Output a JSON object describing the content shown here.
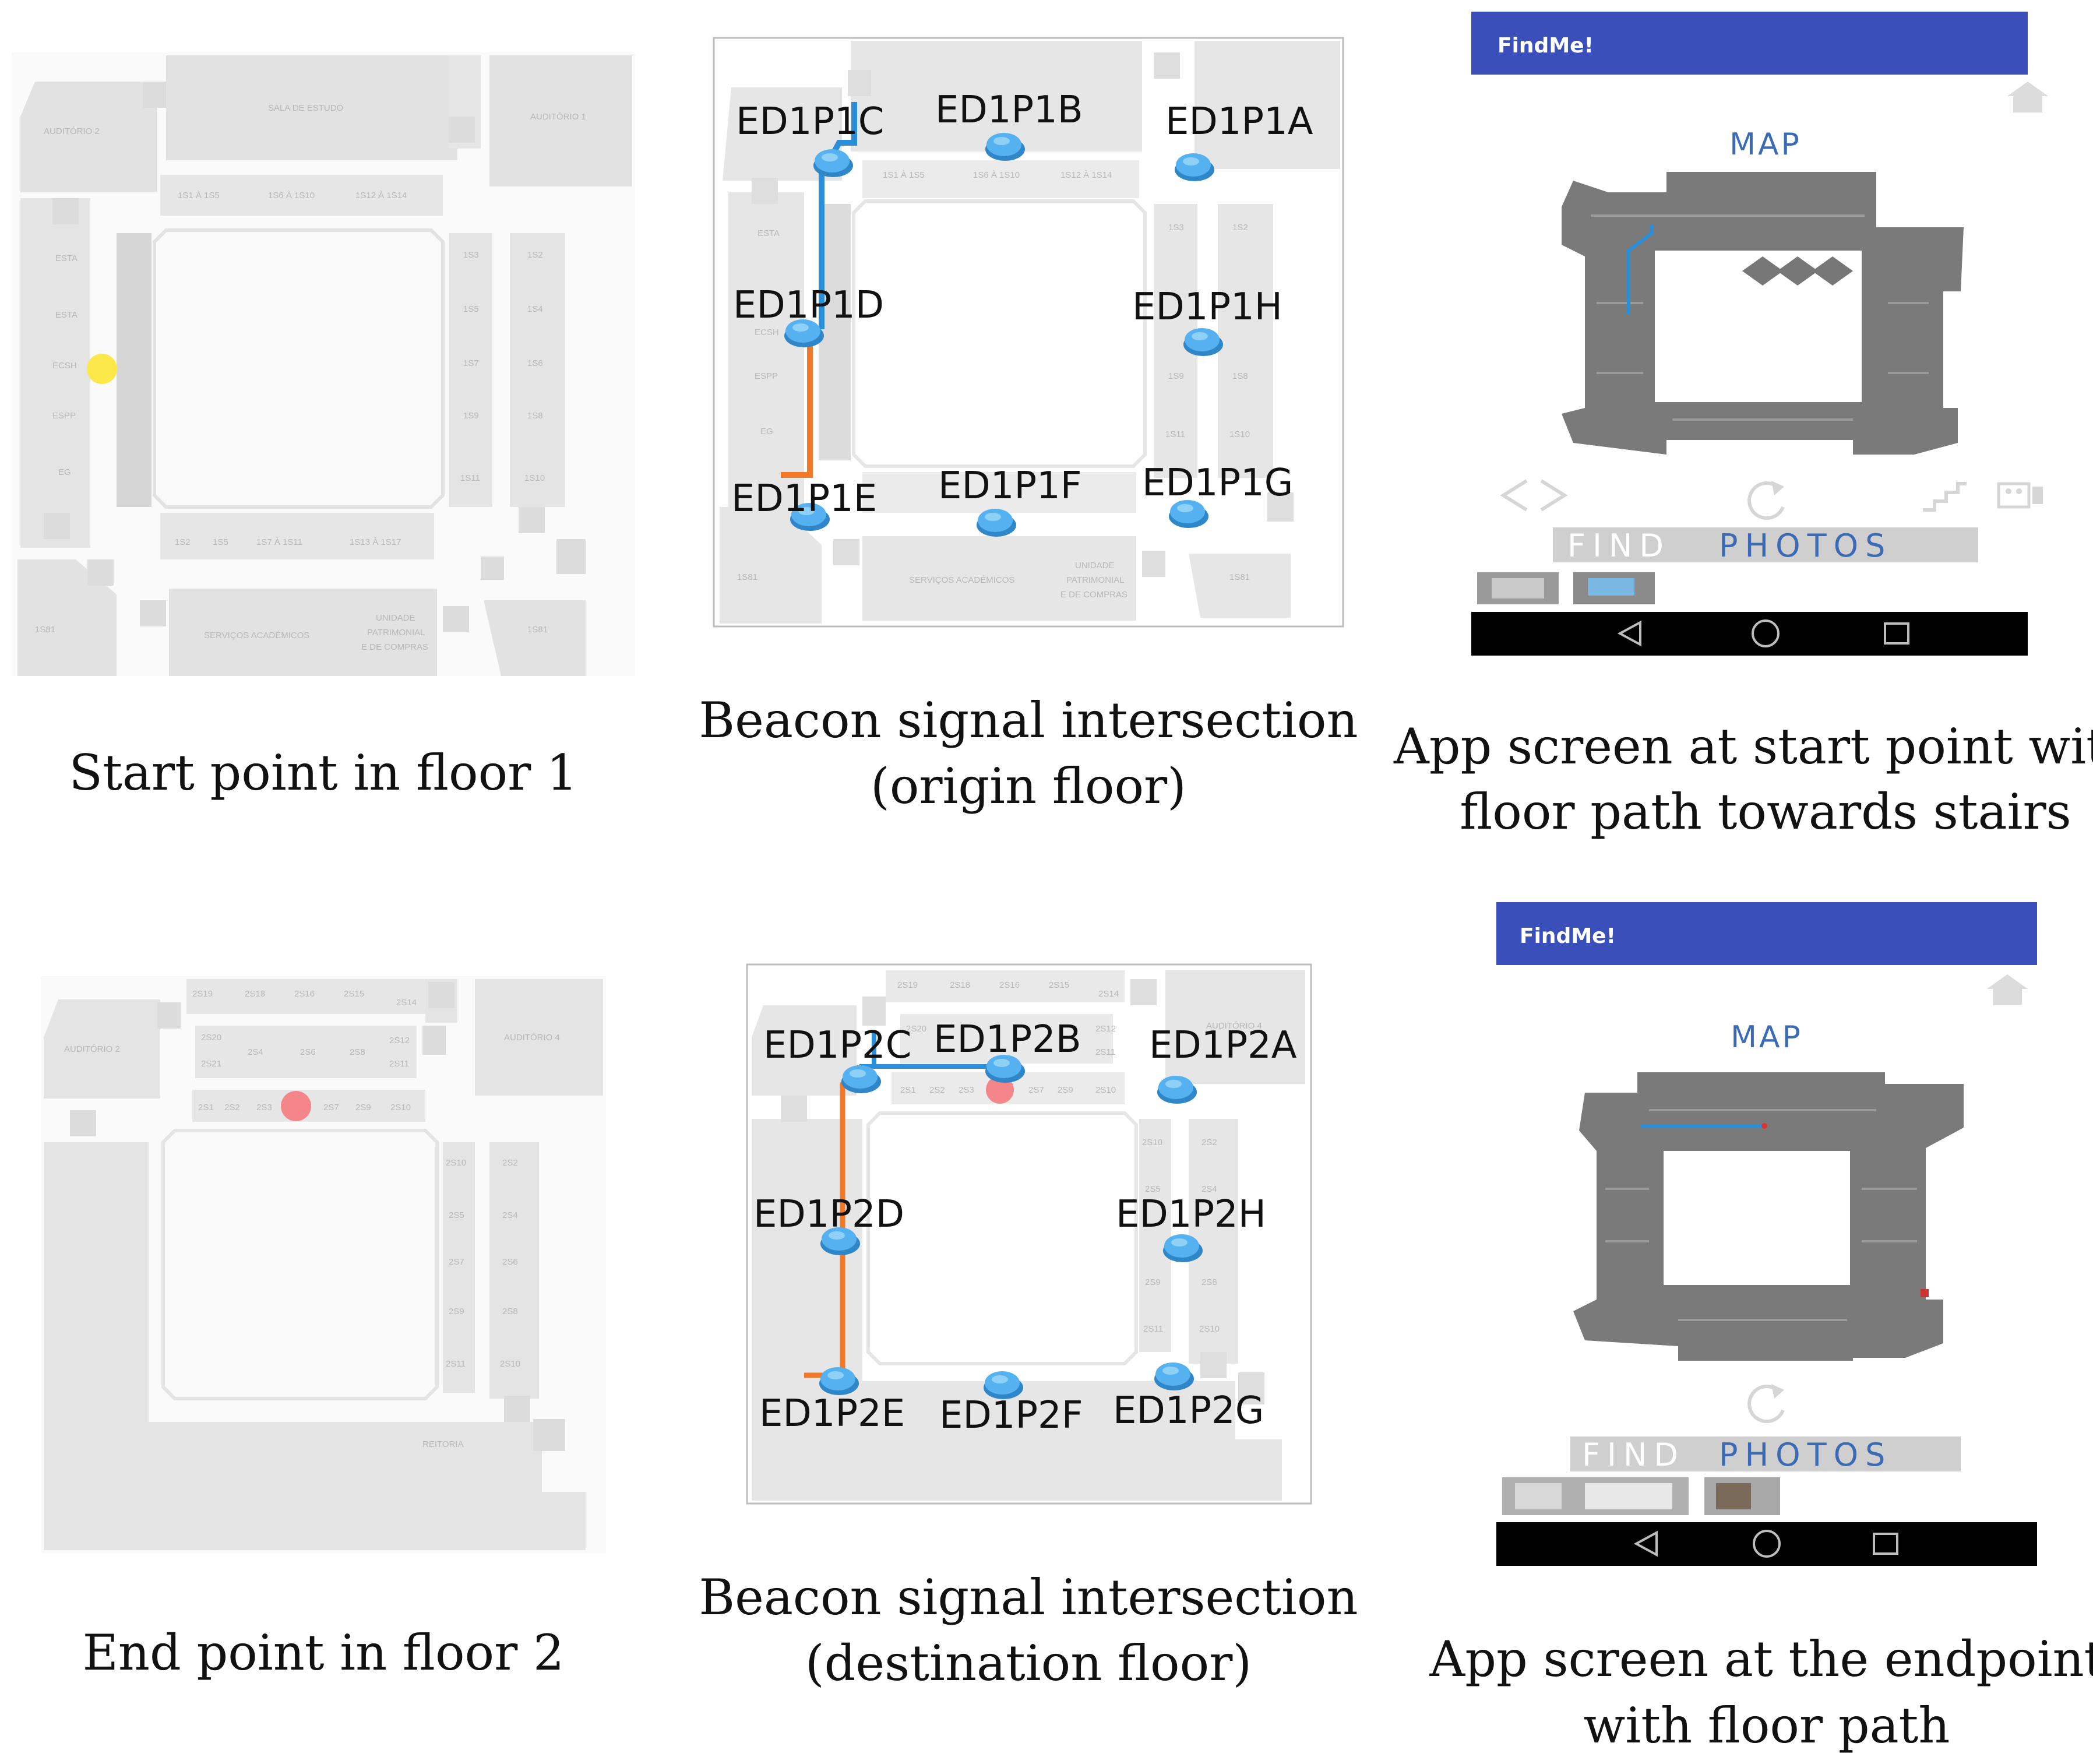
{
  "captions": {
    "start_floor1": "Start point in floor 1",
    "beacon_origin_l1": "Beacon signal intersection",
    "beacon_origin_l2": "(origin floor)",
    "app_start_l1": "App screen at start point with",
    "app_start_l2": "floor path towards stairs",
    "end_floor2": "End point in floor 2",
    "beacon_dest_l1": "Beacon signal intersection",
    "beacon_dest_l2": "(destination floor)",
    "app_end_l1": "App screen at the endpoint",
    "app_end_l2": "with floor path"
  },
  "floor1_rooms": {
    "sala_estudo": "SALA DE ESTUDO",
    "auditorio1": "AUDITÓRIO 1",
    "auditorio_left": "AUDITÓRIO 2",
    "r_top1": "1S1 À 1S5",
    "r_top2": "1S6 À 1S10",
    "r_top3": "1S12 À 1S14",
    "r_l1": "ESTA",
    "r_l2": "ESTA",
    "r_l3": "ECSH",
    "r_l4": "ESPP",
    "r_l5": "EG",
    "r_r1": "1S3",
    "r_r2": "1S2",
    "r_r3": "1S5",
    "r_r4": "1S4",
    "r_r5": "1S7",
    "r_r6": "1S6",
    "r_r7": "1S9",
    "r_r8": "1S8",
    "r_r9": "1S11",
    "r_r10": "1S10",
    "r_b1": "1S2",
    "r_b2": "1S5",
    "r_b3": "1S7 À 1S11",
    "r_b4": "1S13 À 1S17",
    "servicos": "SERVIÇOS ACADÉMICOS",
    "unidade_1": "UNIDADE",
    "unidade_2": "PATRIMONIAL",
    "unidade_3": "E DE COMPRAS",
    "r_sb1": "1S81",
    "r_sb2": "1S81"
  },
  "floor2_rooms": {
    "auditorio2": "AUDITÓRIO 2",
    "auditorio4": "AUDITÓRIO 4",
    "t1": "2S19",
    "t2": "2S18",
    "t3": "2S16",
    "t4": "2S15",
    "t5": "2S14",
    "u1": "2S20",
    "u2": "2S4",
    "u3": "2S6",
    "u4": "2S8",
    "u5": "2S12",
    "u6": "2S21",
    "u7": "2S11",
    "m1": "2S1",
    "m2": "2S2",
    "m3": "2S3",
    "m4": "2S7",
    "m5": "2S9",
    "m6": "2S10",
    "rc1": "2S10",
    "rc2": "2S2",
    "rc3": "2S5",
    "rc4": "2S4",
    "rc5": "2S7",
    "rc6": "2S6",
    "rc7": "2S9",
    "rc8": "2S8",
    "rc9": "2S11",
    "rc10": "2S10",
    "reitoria": "REITORIA"
  },
  "beacons_floor1": {
    "a": "ED1P1A",
    "b": "ED1P1B",
    "c": "ED1P1C",
    "d": "ED1P1D",
    "e": "ED1P1E",
    "f": "ED1P1F",
    "g": "ED1P1G",
    "h": "ED1P1H"
  },
  "beacons_floor2": {
    "a": "ED1P2A",
    "b": "ED1P2B",
    "c": "ED1P2C",
    "d": "ED1P2D",
    "e": "ED1P2E",
    "f": "ED1P2F",
    "g": "ED1P2G",
    "h": "ED1P2H"
  },
  "app": {
    "title": "FindMe!",
    "map_label": "MAP",
    "find_label": "FIND",
    "photos_label": "PHOTOS"
  },
  "icons": {
    "home": "home-icon",
    "back_nav": "triangle-back-icon",
    "home_nav": "circle-home-icon",
    "recent_nav": "square-recent-icon",
    "refresh": "refresh-icon",
    "stairs": "stairs-icon",
    "elevator": "elevator-icon",
    "arrows": "left-right-arrows-icon",
    "beacon": "beacon-icon"
  },
  "colors": {
    "app_bar": "#3a4fb9",
    "nav_bar": "#000000",
    "floor_plan": "#e4e4e4",
    "dark_map": "#777777",
    "beacon": "#4aa3e6",
    "path_blue": "#2a8fd8",
    "path_orange": "#f07a2a",
    "start_dot": "#fde84a",
    "end_dot": "#f4868a",
    "find_bar": "#cfcfcf"
  }
}
